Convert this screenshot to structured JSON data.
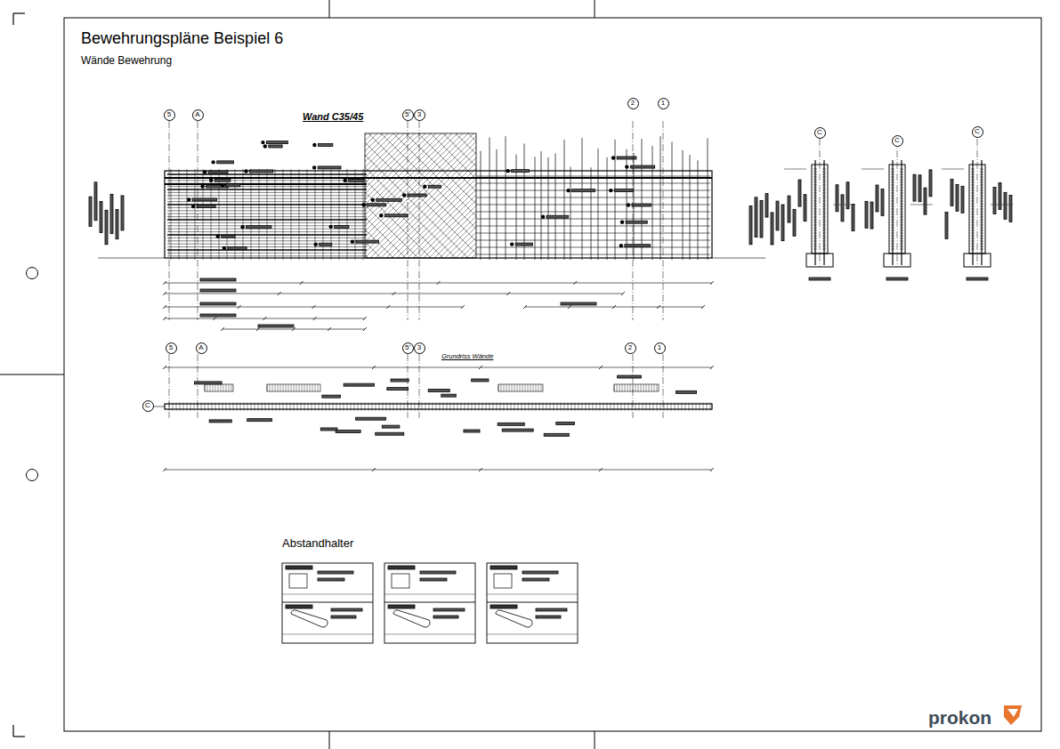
{
  "diagram": {
    "title": "Bewehrungspläne Beispiel 6",
    "nodes": [
      {
        "text": [
          "5"
        ]
      },
      {
        "text": [
          "A"
        ]
      },
      {
        "text": [
          "5'"
        ]
      },
      {
        "text": [
          "3"
        ]
      },
      {
        "text": [
          "2"
        ]
      },
      {
        "text": [
          "1"
        ]
      },
      {
        "text": [
          "C"
        ]
      },
      {
        "text": [
          "C"
        ]
      },
      {
        "text": [
          "C"
        ]
      },
      {
        "text": [
          "5"
        ]
      },
      {
        "text": [
          "A"
        ]
      },
      {
        "text": [
          "5'"
        ]
      },
      {
        "text": [
          "3"
        ]
      },
      {
        "text": [
          "2"
        ]
      },
      {
        "text": [
          "1"
        ]
      },
      {
        "text": [
          "C"
        ]
      }
    ],
    "labels": [
      "Wände Bewehrung",
      "Wand C35/45",
      "Grundriss Wände",
      "Abstandhalter",
      "prokon"
    ]
  }
}
